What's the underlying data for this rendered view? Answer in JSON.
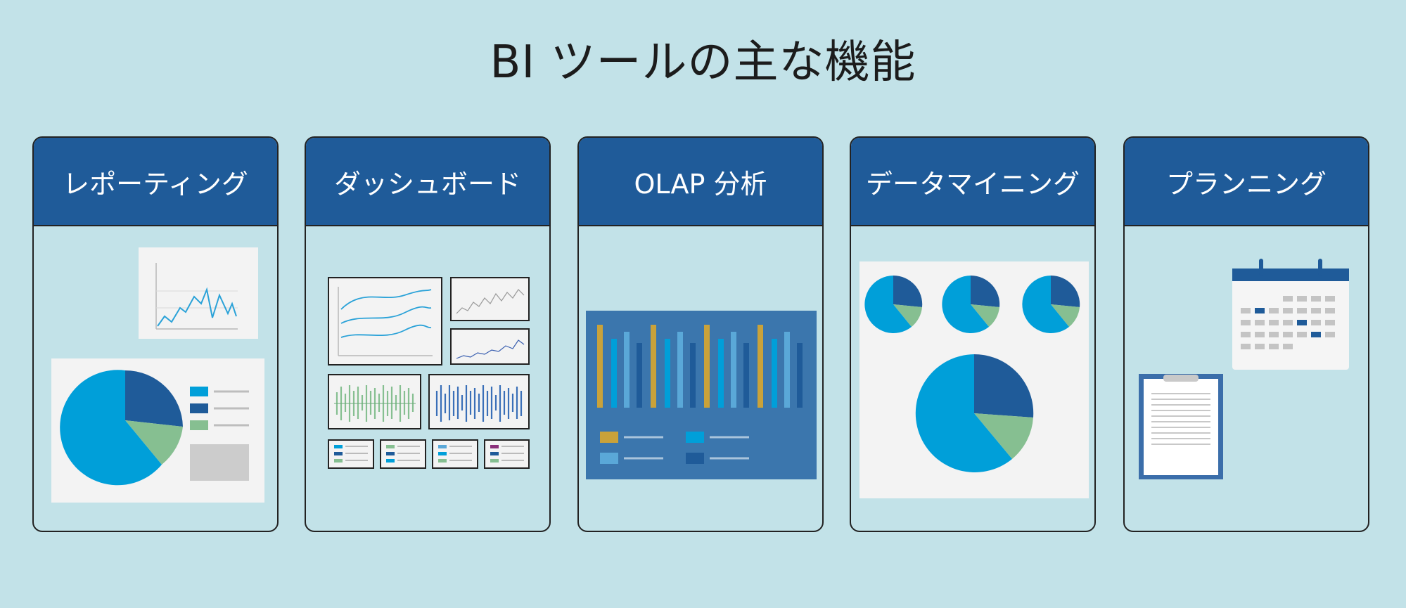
{
  "title": "BI ツールの主な機能",
  "colors": {
    "background": "#c2e2e8",
    "header": "#1f5b99",
    "accent_blue": "#009fd9",
    "dark_blue": "#1f5b99",
    "green": "#86bf91",
    "gold": "#c9a23a",
    "paper": "#f3f3f3"
  },
  "cards": [
    {
      "label": "レポーティング",
      "icon": "report-chart-icon"
    },
    {
      "label": "ダッシュボード",
      "icon": "dashboard-icon"
    },
    {
      "label": "OLAP 分析",
      "icon": "bar-chart-icon"
    },
    {
      "label": "データマイニング",
      "icon": "pie-charts-icon"
    },
    {
      "label": "プランニング",
      "icon": "calendar-clipboard-icon"
    }
  ]
}
